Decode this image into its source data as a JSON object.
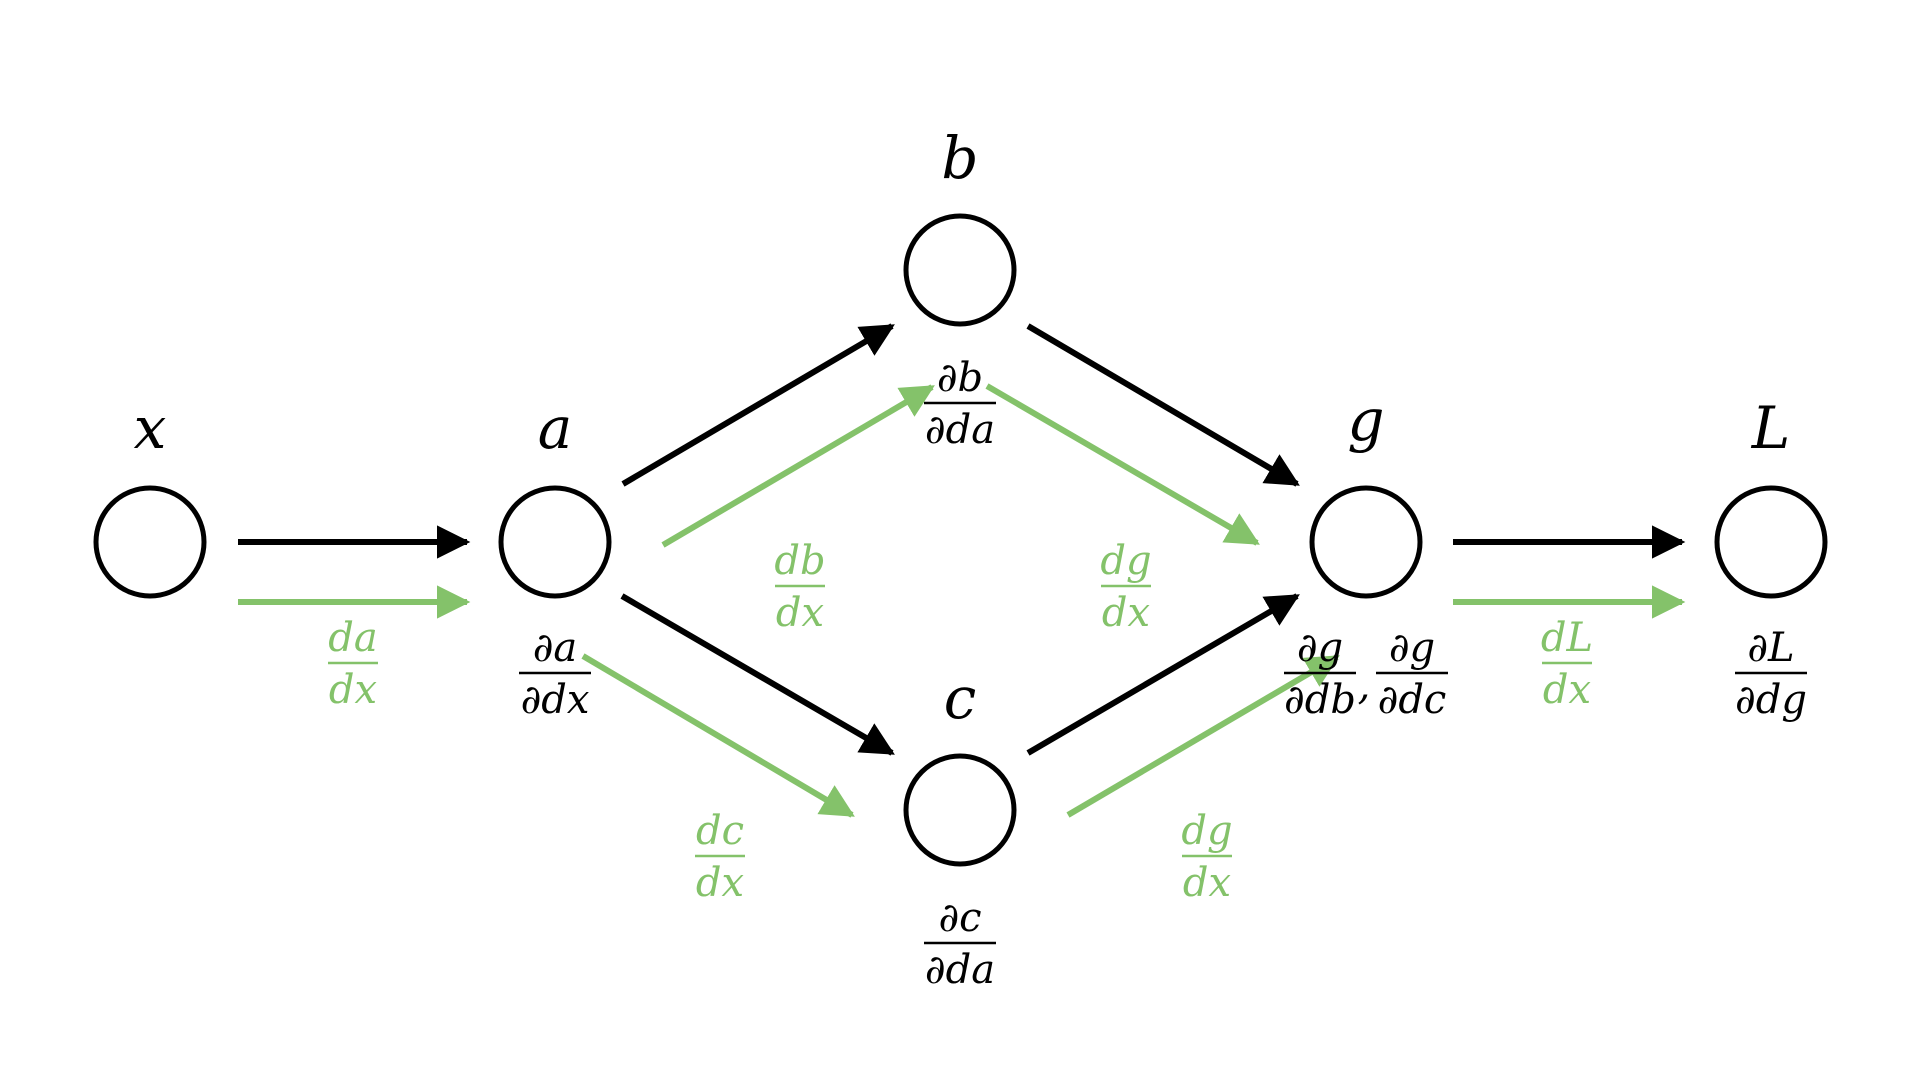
{
  "colors": {
    "forward": "#000000",
    "backward": "#84c26a",
    "background": "#ffffff"
  },
  "nodes": [
    {
      "id": "x",
      "label": "x",
      "local_derivative": null
    },
    {
      "id": "a",
      "label": "a",
      "local_derivative": {
        "num": "∂a",
        "den": "∂dx"
      }
    },
    {
      "id": "b",
      "label": "b",
      "local_derivative": {
        "num": "∂b",
        "den": "∂da"
      }
    },
    {
      "id": "c",
      "label": "c",
      "local_derivative": {
        "num": "∂c",
        "den": "∂da"
      }
    },
    {
      "id": "g",
      "label": "g",
      "local_derivative": {
        "parts": [
          {
            "num": "∂g",
            "den": "∂db"
          },
          {
            "num": "∂g",
            "den": "∂dc"
          }
        ],
        "separator": ","
      }
    },
    {
      "id": "L",
      "label": "L",
      "local_derivative": {
        "num": "∂L",
        "den": "∂dg"
      }
    }
  ],
  "forward_edges": [
    {
      "from": "x",
      "to": "a"
    },
    {
      "from": "a",
      "to": "b"
    },
    {
      "from": "a",
      "to": "c"
    },
    {
      "from": "b",
      "to": "g"
    },
    {
      "from": "c",
      "to": "g"
    },
    {
      "from": "g",
      "to": "L"
    }
  ],
  "gradient_edges": [
    {
      "from": "x",
      "to": "a",
      "label": {
        "num": "da",
        "den": "dx"
      }
    },
    {
      "from": "a",
      "to": "b",
      "label": {
        "num": "db",
        "den": "dx"
      }
    },
    {
      "from": "a",
      "to": "c",
      "label": {
        "num": "dc",
        "den": "dx"
      }
    },
    {
      "from": "b",
      "to": "g",
      "label": {
        "num": "dg",
        "den": "dx"
      }
    },
    {
      "from": "c",
      "to": "g",
      "label": {
        "num": "dg",
        "den": "dx"
      }
    },
    {
      "from": "g",
      "to": "L",
      "label": {
        "num": "dL",
        "den": "dx"
      }
    }
  ]
}
